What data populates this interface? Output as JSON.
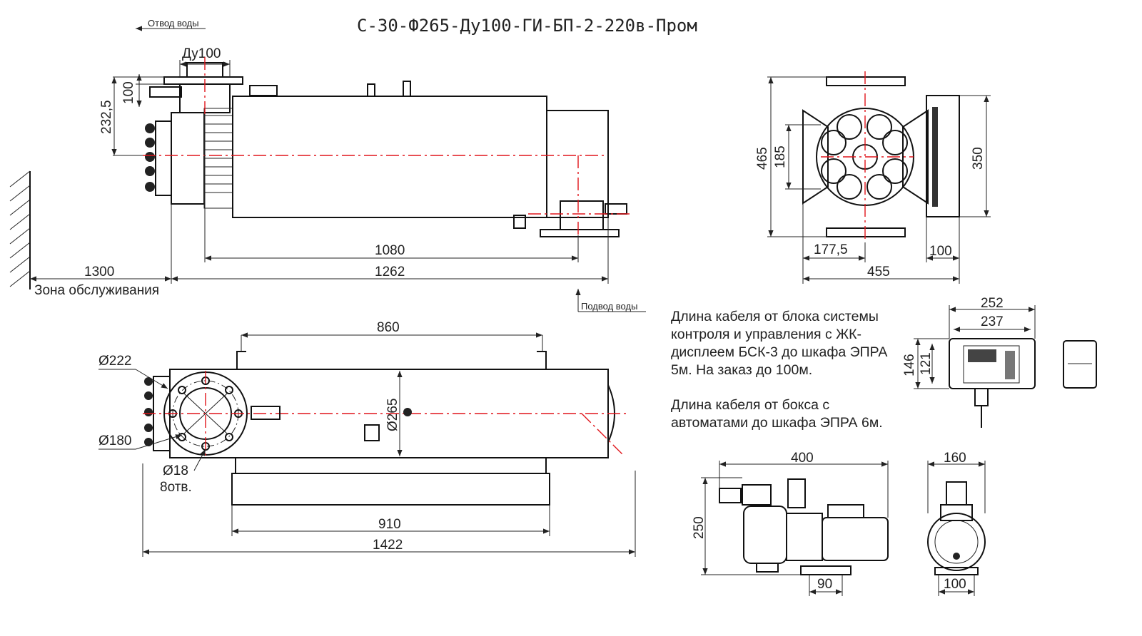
{
  "title": "С-30-Ф265-Ду100-ГИ-БП-2-220в-Пром",
  "labels": {
    "water_out": "Отвод воды",
    "water_in": "Подвод воды",
    "service_zone": "Зона обслуживания",
    "flange_dn": "Ду100",
    "holes_dia": "Ø18",
    "holes_count": "8отв."
  },
  "dims_top_view": {
    "d100": "100",
    "d232": "232,5",
    "d1080": "1080",
    "d1300": "1300",
    "d1262": "1262"
  },
  "dims_side_view": {
    "d465": "465",
    "d185": "185",
    "d350": "350",
    "d177": "177,5",
    "d100": "100",
    "d455": "455"
  },
  "dims_bottom_view": {
    "d860": "860",
    "d222": "Ø222",
    "d180": "Ø180",
    "d265": "Ø265",
    "d910": "910",
    "d1422": "1422"
  },
  "dims_control_box": {
    "d252": "252",
    "d237": "237",
    "d146": "146",
    "d121": "121"
  },
  "dims_pump": {
    "d400": "400",
    "d250": "250",
    "d90": "90",
    "d160": "160",
    "d100": "100"
  },
  "notes": {
    "cable_control": "Длина кабеля от блока системы контроля и управления с ЖК-дисплеем БСК-3 до шкафа ЭПРА 5м. На заказ до 100м.",
    "cable_box": "Длина кабеля от бокса с автоматами до шкафа ЭПРА 6м."
  }
}
